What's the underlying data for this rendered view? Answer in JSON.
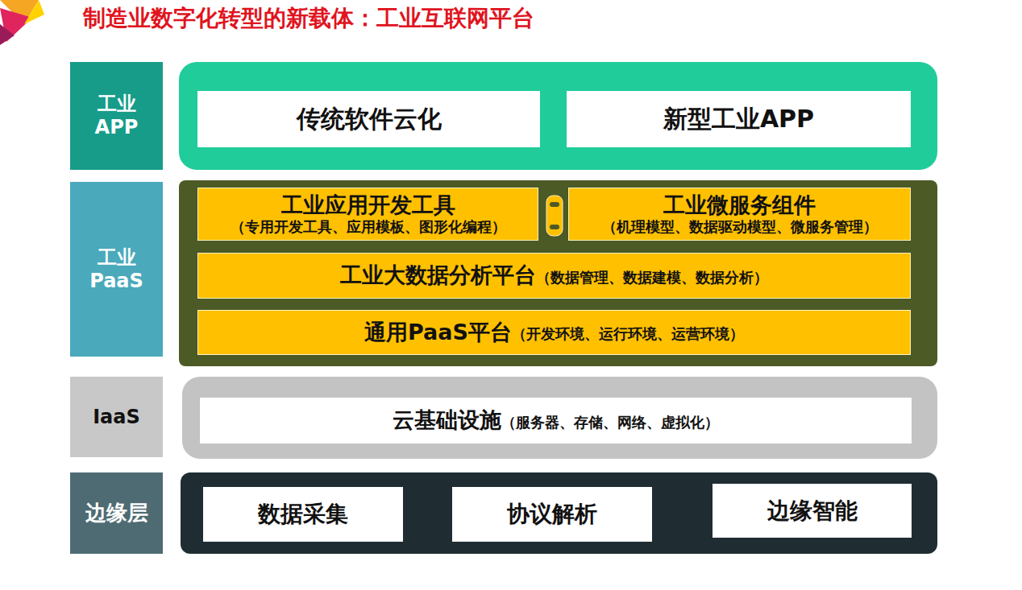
{
  "diagram": {
    "title": "制造业数字化转型的新载体：工业互联网平台",
    "nodes": [
      {
        "text": [
          "工业 APP"
        ]
      },
      {
        "text": []
      },
      {
        "text": [
          "传统软件云化"
        ],
        "in": 1
      },
      {
        "text": [
          "新型工业APP"
        ],
        "in": 1
      },
      {
        "text": [
          "工业 PaaS"
        ]
      },
      {
        "text": []
      },
      {
        "text": [
          "工业应用开发工具",
          "（专用开发工具、应用模板、图形化编程）"
        ],
        "in": 5
      },
      {
        "text": [
          "工业微服务组件",
          "（机理模型、数据驱动模型、微服务管理）"
        ],
        "in": 5
      },
      {
        "text": [
          "工业大数据分析平台",
          "（数据管理、数据建模、数据分析）"
        ],
        "in": 5
      },
      {
        "text": [
          "通用PaaS平台",
          "（开发环境、运行环境、运营环境）"
        ],
        "in": 5
      },
      {
        "text": [
          "IaaS"
        ]
      },
      {
        "text": []
      },
      {
        "text": [
          "云基础设施",
          "（服务器、存储、网络、虚拟化）"
        ],
        "in": 11
      },
      {
        "text": [
          "边缘层"
        ]
      },
      {
        "text": []
      },
      {
        "text": [
          "数据采集"
        ],
        "in": 14
      },
      {
        "text": [
          "协议解析"
        ],
        "in": 14
      },
      {
        "text": [
          "边缘智能"
        ],
        "in": 14
      }
    ]
  }
}
